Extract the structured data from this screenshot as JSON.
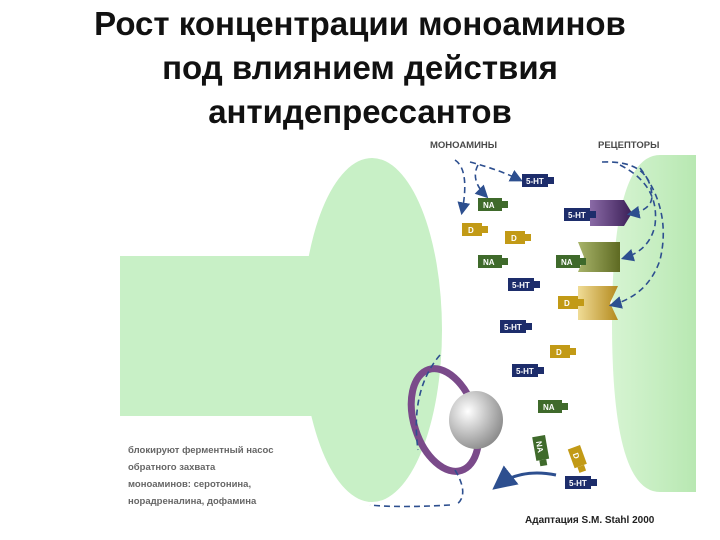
{
  "title": {
    "line1": "Рост концентрации моноаминов",
    "line2": "под влиянием действия",
    "line3": "антидепрессантов"
  },
  "labels": {
    "monoamines": "МОНОАМИНЫ",
    "receptors": "РЕЦЕПТОРЫ"
  },
  "caption": {
    "line1": "блокируют ферментный насос",
    "line2": "обратного захвата",
    "line3": "моноаминов: серотонина,",
    "line4": "норадреналина, дофамина"
  },
  "credit": "Адаптация S.M. Stahl 2000",
  "molecules": {
    "serotonin": "5-НТ",
    "noradrenaline": "NA",
    "dopamine": "D"
  },
  "colors": {
    "neuron": "#c8f0c6",
    "serotonin": "#1d2d6b",
    "noradrenaline": "#3f6a2b",
    "dopamine": "#c29a16",
    "receptor_serotonin": "#4a2a6b",
    "receptor_noradrenaline": "#6f7d2e",
    "receptor_dopamine": "#c9a23a",
    "pump_ring": "#7a4a8a",
    "arrows": "#2d4f8f"
  }
}
